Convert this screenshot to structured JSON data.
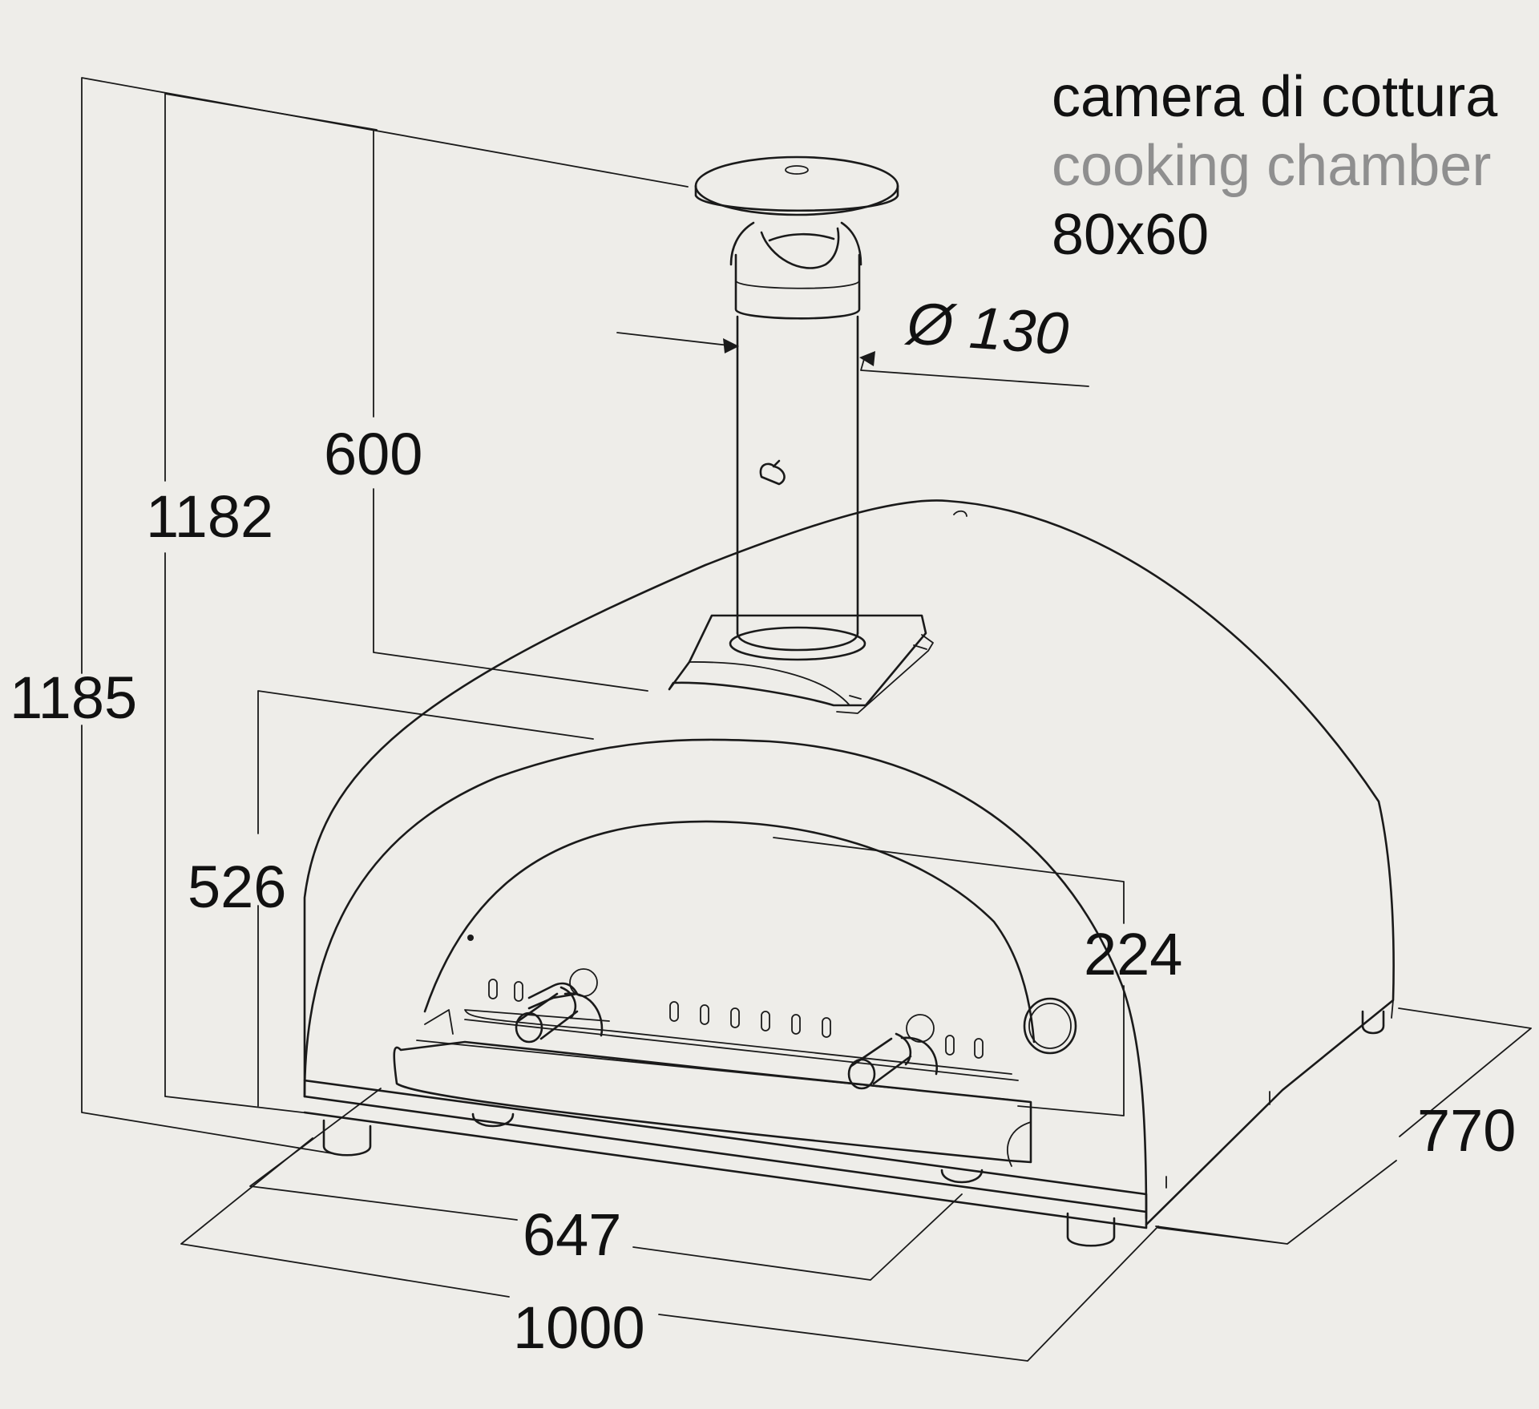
{
  "title": {
    "line_italian": "camera di cottura",
    "line_english": "cooking chamber",
    "size": "80x60"
  },
  "dimensions": {
    "overall_height_total": "1185",
    "overall_height_body": "1182",
    "flue_height": "600",
    "flue_diameter": "Ø 130",
    "dome_height": "526",
    "mouth_height": "224",
    "mouth_width": "647",
    "width": "1000",
    "depth": "770"
  },
  "colors": {
    "background": "#eeede9",
    "line": "#1a1a1a",
    "subtitle_grey": "#8f8f8f"
  }
}
